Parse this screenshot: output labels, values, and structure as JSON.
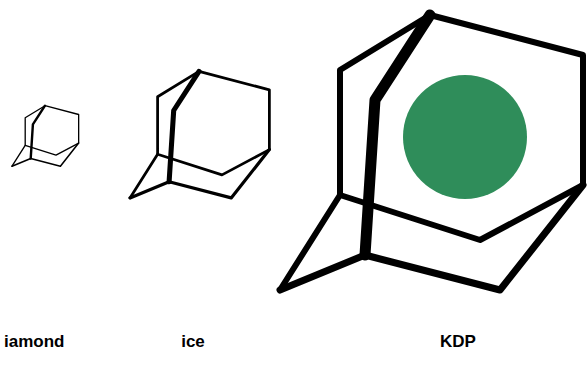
{
  "diagram": {
    "labels": [
      "iamond",
      "ice",
      "KDP"
    ]
  }
}
